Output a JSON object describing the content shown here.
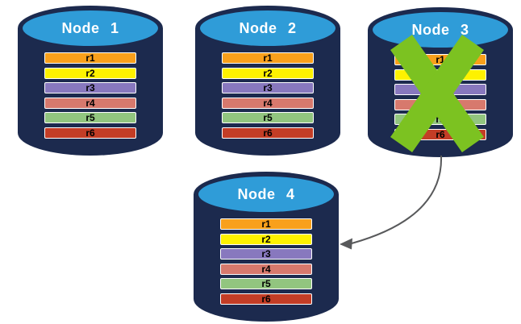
{
  "colors": {
    "background": "#ffffff",
    "cylinder_body": "#1C2A4E",
    "cylinder_top": "#2F9CD8",
    "bar_border": "#ffffff",
    "bar_text": "#000000",
    "title_text": "#ffffff",
    "cross": "#7CC221",
    "arrow": "#58595B"
  },
  "nodes": [
    {
      "title": "Node 1",
      "failed": false,
      "rows": [
        {
          "label": "r1",
          "color": "#F9A01B"
        },
        {
          "label": "r2",
          "color": "#FEF200"
        },
        {
          "label": "r3",
          "color": "#8878BE"
        },
        {
          "label": "r4",
          "color": "#D7796D"
        },
        {
          "label": "r5",
          "color": "#92C57F"
        },
        {
          "label": "r6",
          "color": "#C33D26"
        }
      ]
    },
    {
      "title": "Node 2",
      "failed": false,
      "rows": [
        {
          "label": "r1",
          "color": "#F9A01B"
        },
        {
          "label": "r2",
          "color": "#FEF200"
        },
        {
          "label": "r3",
          "color": "#8878BE"
        },
        {
          "label": "r4",
          "color": "#D7796D"
        },
        {
          "label": "r5",
          "color": "#92C57F"
        },
        {
          "label": "r6",
          "color": "#C33D26"
        }
      ]
    },
    {
      "title": "Node 3",
      "failed": true,
      "rows": [
        {
          "label": "r1",
          "color": "#F9A01B"
        },
        {
          "label": "r2",
          "color": "#FEF200"
        },
        {
          "label": "r3",
          "color": "#8878BE"
        },
        {
          "label": "r4",
          "color": "#D7796D"
        },
        {
          "label": "r5",
          "color": "#92C57F"
        },
        {
          "label": "r6",
          "color": "#C33D26"
        }
      ]
    },
    {
      "title": "Node 4",
      "failed": false,
      "rows": [
        {
          "label": "r1",
          "color": "#F9A01B"
        },
        {
          "label": "r2",
          "color": "#FEF200"
        },
        {
          "label": "r3",
          "color": "#8878BE"
        },
        {
          "label": "r4",
          "color": "#D7796D"
        },
        {
          "label": "r5",
          "color": "#92C57F"
        },
        {
          "label": "r6",
          "color": "#C33D26"
        }
      ]
    }
  ],
  "arrow": {
    "from": "Node 3",
    "to": "Node 4"
  }
}
